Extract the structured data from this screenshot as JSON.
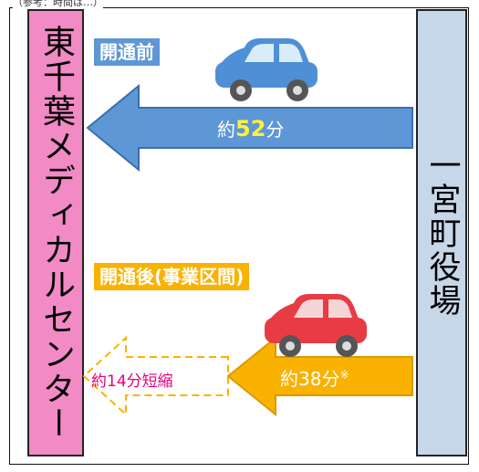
{
  "header_note": "（参考：時間は…）",
  "destination": "東千葉メディカルセンター",
  "origin": "一宮町役場",
  "before": {
    "badge": "開通前",
    "time_prefix": "約",
    "time_value": "52",
    "time_unit": "分"
  },
  "after": {
    "badge": "開通後(事業区間)",
    "time": "約38分",
    "note_mark": "※"
  },
  "reduction": "約14分短縮",
  "colors": {
    "destination_bar": "#f28ac6",
    "origin_bar": "#c6d7ea",
    "before_arrow": "#5e97d6",
    "after_arrow": "#f9b200",
    "reduction_text": "#e6007a",
    "blue_car": "#4f8fd6",
    "red_car": "#e83c44"
  }
}
